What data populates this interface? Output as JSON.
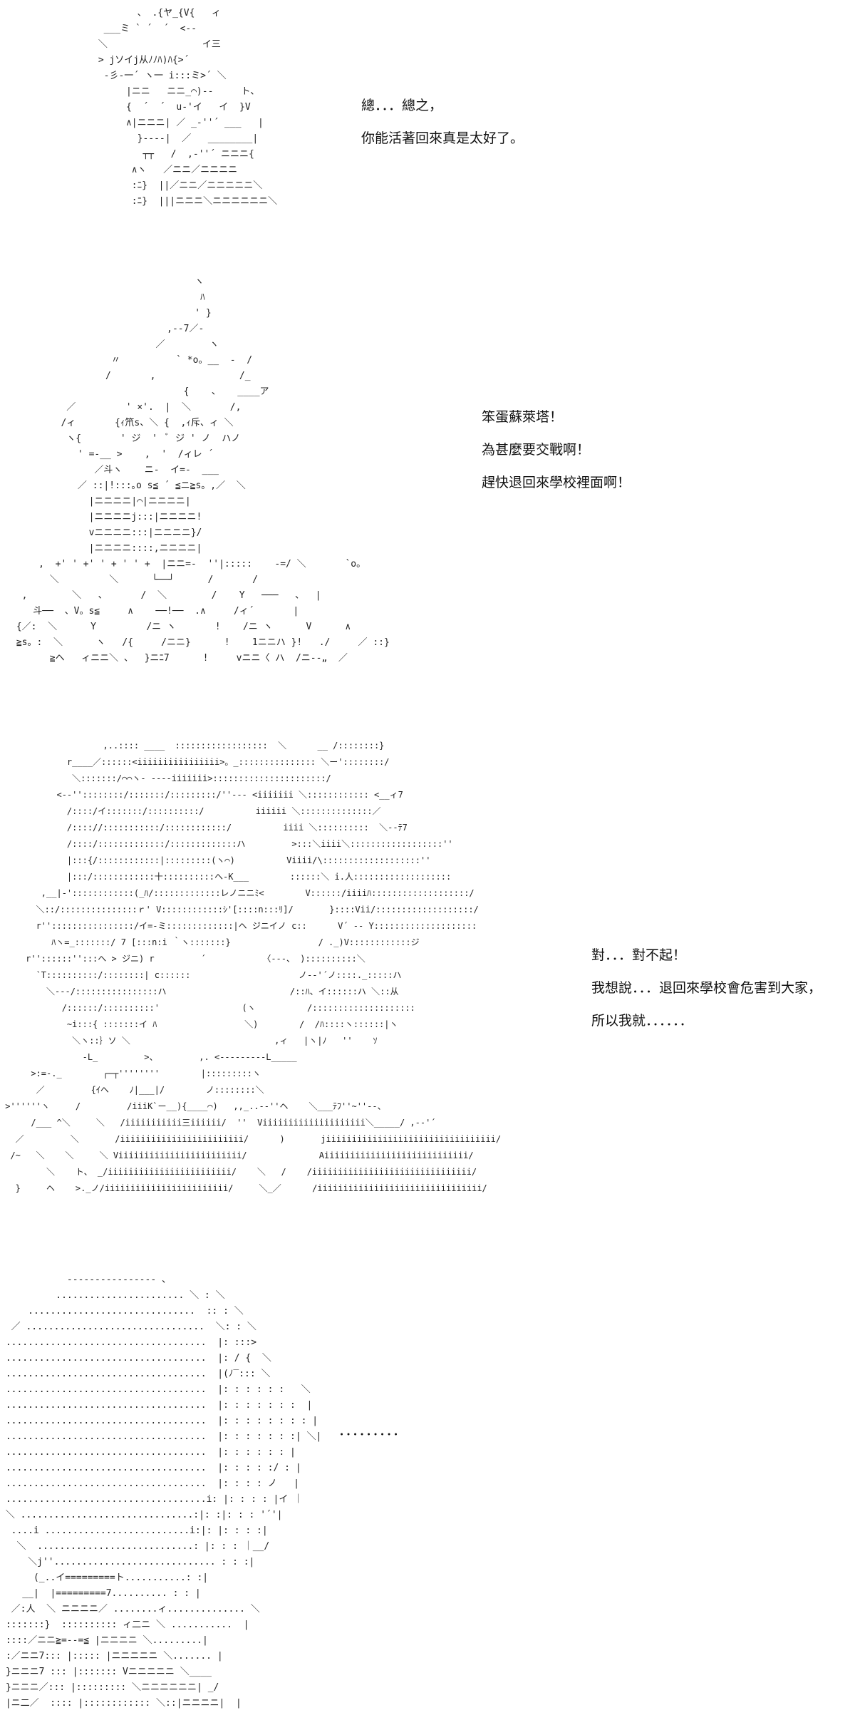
{
  "panels": [
    {
      "art": "        、 .{ヤ_{V{   ィ\n  ___ミ ` ´  ´  <--\n ＼                 イ三\n > jソイj从ﾉﾉﾊ)ﾊ{>´\n  -彡-一´ ヽ一 i:::ミ>´ ＼\n      |ニニ   ニニ_⌒)--     ト、\n      {  ´  ´  u-'イ   イ  }V\n      ∧|ニニニ| ／ _-''´ ___   |\n        }----|  ／   ________|\n         ┬┬   /  ,-''´ ニニニ{\n       ∧ヽ   ／ニニ／ニニニニ\n       :ﾆ}  ||／ニニ／ニニニニニ＼\n       :ﾆ}  |||ニニニ＼ニニニニニニ＼",
      "dialogue": [
        "總．．．總之，",
        "你能活著回來真是太好了。"
      ]
    },
    {
      "art": "                                 ヽ\n                                  ﾊ\n                                 ' }\n                            ,--7／-\n                          ／        ヽ\n                  〃          ` *o。__  -  /\n                 /       ,               /_\n                               {    、   ____ア\n          ／         ' ×'.  |  ＼       /,\n         /ィ       {ｨ笊s、＼ {  ,ｨ斥、ィ ＼\n          ヽ{       ' ジ  '  ﾞ ジ ' ノ  ハノ\n            ' =-__ >    ,  '  /ィレ ´\n               ／斗ヽ    ニ-  イ=-  ___\n            ／ ::|!:::｡o s≦ ´ ≦ニ≧s。,／  ＼\n              |ニニニニ|⌒|ニニニニ|\n              |ニニニニj:::|ニニニニ!\n              vニニニニ:::|ニニニニ}/\n              |ニニニニ::::,ニニニニ|\n     ,  +' ' +' ' + ' ' +  |ニニ=-  ''|:::::    -=/ ＼       `o。\n       ＼         ＼      └──┘      /       /\n  ,        ＼   、      /  ＼        /    Y   ───   、  |\n    斗──  、V。s≦     ∧    ──!──  .∧     /ィ´       |\n {／:  ＼      Y         /ニ ヽ       !    /ニ ヽ      V      ∧\n ≧s。:  ＼      ヽ   /{     /ニニ}      !    1ニニハ }!   ./     ／ ::}\n       ≧ヘ   ィニニ＼ 、  }ニﾆ7      !     vニニ〈 ハ  /ニ--„  ／",
      "dialogue": [
        "笨蛋蘇萊塔！",
        "為甚麼要交戰啊！",
        "趕快退回來學校裡面啊！"
      ]
    },
    {
      "art": "                    ,..:::: ____  ::::::::::::::::::  ＼      __ /::::::::}\n             r____／::::::<iiiiiiiiiiiiiiii>。_::::::::::::::: ＼ー'::::::::/\n              ＼:::::::/⌒⌒ヽ- ----iiiiiii>::::::::::::::::::::::/\n           <--''::::::::/:::::::/:::::::::/''--- <iiiiiii ＼:::::::::::: <__ィ7\n             /::::/イ:::::::/::::::::::/          iiiiii ＼::::::::::::::／\n             /:::://:::::::::::/::::::::::::/          iiii ＼::::::::::  ＼--ﾃ7\n             /::::/:::::::::::::/:::::::::::::ハ         >:::＼iiii＼::::::::::::::::::''\n             |:::{/::::::::::::|:::::::::(ヽ⌒)          Viiii/\\:::::::::::::::::::''\n             |:::/::::::::::::十::::::::::ヘ-K___        ::::::＼ i.人:::::::::::::::::::\n        ,__|-'::::::::::::(_ﾊ/:::::::::::::レノニニﾐ<        V::::::/iiiiﾊ:::::::::::::::::::/\n       ＼::/:::::::::::::::ｒ' V::::::::::::ｼ'[::::n:::ﾘ]/       }::::Vii/:::::::::::::::::::/\n       r''::::::::::::::::/イ=-ミ:::::::::::::|ヘ ジニイノ c::      V´ -- Y::::::::::::::::::::\n          ﾊヽ=_:::::::/ 7 [:::n:i ｀ヽ:::::::}                 / ._)V::::::::::::ジ\n     r''::::::'':::ヘ > ジニ) r         ´           〈---、 )::::::::::＼\n       `T::::::::::/::::::::| c::::::                     ノ--'´ノ::::._:::::ハ\n         ＼---/::::::::::::::::ハ                        /::ﾊ、イ::::::ハ ＼::从\n            /::::::/::::::::::'                (ヽ          /::::::::::::::::::::\n             ~i:::{ :::::::イ ﾊ                 ＼)        /  /ﾊ::::ヽ::::::|ヽ\n              ＼ヽ::｝ソ ＼                            ,ィ   |ヽ|ﾉ   ''    ｿ\n                -L_         >、        ,. <---------L_____ \n      >:=-._        ┌─┬''''''''        |:::::::::ヽ\n       ／         {ｲヘ    ﾉ|___|/        ノ::::::::＼\n >''''''ヽ     /         /iiiK`ー__){____⌒)   ,,_..--''ヘ    ＼___ﾃﾌ''~''--、\n      /___ ^＼     ＼   /iiiiiiiiiii三iiiiii/  ''  Viiiiiiiiiiiiiiiiiiii＼_____/ ,--'´\n   ／         ＼       /iiiiiiiiiiiiiiiiiiiiiiii/      )       jiiiiiiiiiiiiiiiiiiiiiiiiiiiiiiiii/\n  /~   ＼    ＼     ＼ Viiiiiiiiiiiiiiiiiiiiiiii/              Aiiiiiiiiiiiiiiiiiiiiiiiiiiii/\n         ＼    ト、 _/iiiiiiiiiiiiiiiiiiiiiiii/    ＼   /    /iiiiiiiiiiiiiiiiiiiiiiiiiiiiiii/\n   }     ヘ    >._ノ/iiiiiiiiiiiiiiiiiiiiiiii/     ＼_／      /iiiiiiiiiiiiiiiiiiiiiiiiiiiiiiii/",
      "dialogue": [
        "對．．．對不起！",
        "我想說．．．退回來學校會危害到大家，",
        "所以我就．．．．．．"
      ]
    },
    {
      "art": "            ---------------- 、\n          ....................... ＼ : ＼\n     ..............................  :: : ＼\n  ／ ................................  ＼: : ＼\n ....................................  |: :::>\n ....................................  |: / {  ＼\n ....................................  |(ﾉ‾::: ＼\n ....................................  |: : : : : :   ＼\n ....................................  |: : : : : : :  |\n ....................................  |: : : : : : : : |\n ....................................  |: : : : : : :| ＼|\n ....................................  |: : : : : : |\n ....................................  |: : : : :/ : |\n ....................................  |: : : : ノ   |\n ....................................i: |: : : : |イ ｜\n ＼ ...............................:|: :|: : : '´'|\n  ....i ..........................i:|: |: : : :|\n   ＼  ............................: |: : : ｜__/\n     ＼j''............................. : : :|\n      (_..イ=========ト...........: :|\n    __|  |=========7.......... : : |\n  ／:人  ＼ ニニニニ／ ........ィ.............. ＼\n :::::::}  :::::::::: ィ二ニ ＼ ...........  |\n ::::／ニニ≧=--=≦ |ニニニニ ＼.........|\n :／ニニ7::: |::::: |ニニニニニ ＼....... |\n }ニニニ7 ::: |::::::: Vニニニニニ ＼____\n }ニニニ／::: |::::::::: ＼ニニニニニニ| _/\n |ニ二／  :::: |:::::::::::: ＼::|ニニニニ|  |",
      "dialogue": [
        "．．．．．．．．．"
      ]
    }
  ]
}
